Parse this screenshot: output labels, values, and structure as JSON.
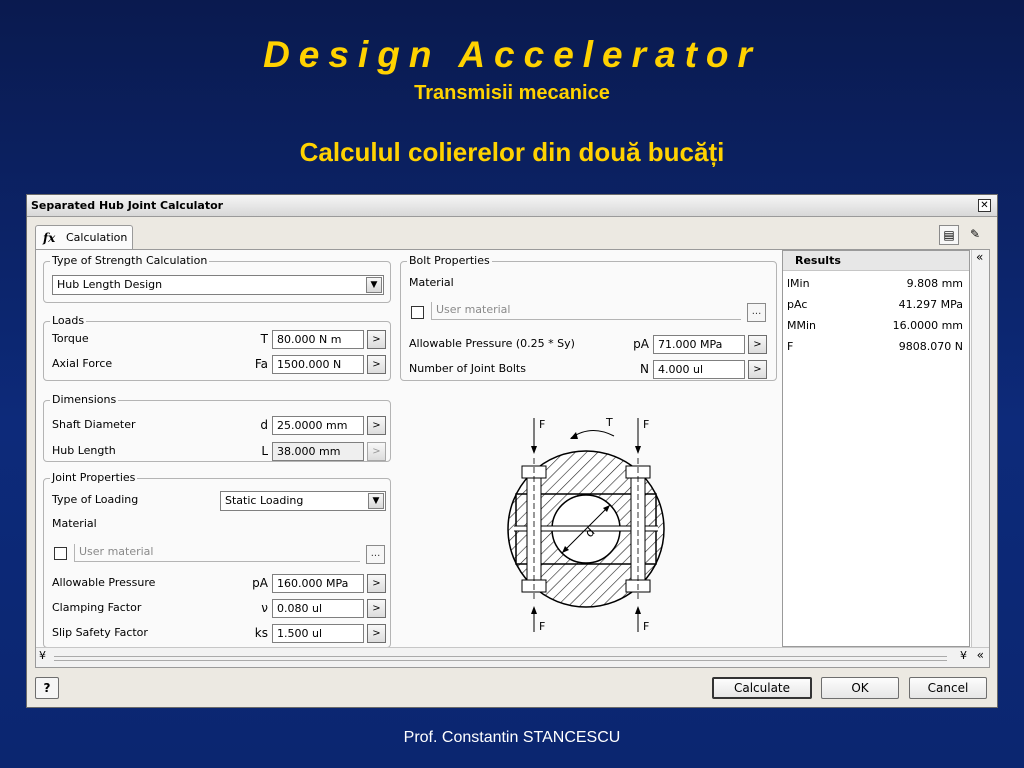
{
  "slide": {
    "title": "Design Accelerator",
    "subtitle": "Transmisii mecanice",
    "heading": "Calculul colierelor din două bucăți",
    "footer": "Prof. Constantin STANCESCU"
  },
  "dialog": {
    "title": "Separated Hub Joint Calculator",
    "close_glyph": "✕",
    "tab_label": "Calculation",
    "tab_icon": "fx-icon",
    "toolbar_icons": [
      "export-icon",
      "notes-icon"
    ],
    "strength": {
      "group_title": "Type of Strength Calculation",
      "selected": "Hub Length Design"
    },
    "loads": {
      "group_title": "Loads",
      "rows": [
        {
          "label": "Torque",
          "symbol": "T",
          "value": "80.000 N m"
        },
        {
          "label": "Axial Force",
          "symbol": "Fa",
          "value": "1500.000 N"
        }
      ]
    },
    "dimensions": {
      "group_title": "Dimensions",
      "rows": [
        {
          "label": "Shaft Diameter",
          "symbol": "d",
          "value": "25.0000 mm"
        },
        {
          "label": "Hub Length",
          "symbol": "L",
          "value": "38.000 mm"
        }
      ]
    },
    "joint": {
      "group_title": "Joint Properties",
      "loading_label": "Type of Loading",
      "loading_value": "Static Loading",
      "material_label": "Material",
      "user_material": "User material",
      "rows": [
        {
          "label": "Allowable Pressure",
          "symbol": "pA",
          "value": "160.000 MPa"
        },
        {
          "label": "Clamping Factor",
          "symbol": "ν",
          "value": "0.080 ul"
        },
        {
          "label": "Slip Safety Factor",
          "symbol": "ks",
          "value": "1.500 ul"
        }
      ]
    },
    "bolt": {
      "group_title": "Bolt Properties",
      "material_label": "Material",
      "user_material": "User material",
      "rows": [
        {
          "label": "Allowable Pressure (0.25 * Sy)",
          "symbol": "pA",
          "value": "71.000 MPa"
        },
        {
          "label": "Number of Joint Bolts",
          "symbol": "N",
          "value": "4.000 ul"
        }
      ]
    },
    "diagram": {
      "labels": {
        "F": "F",
        "T": "T",
        "d": "d"
      }
    },
    "results": {
      "title": "Results",
      "rows": [
        {
          "name": "lMin",
          "value": "9.808 mm"
        },
        {
          "name": "pAc",
          "value": "41.297 MPa"
        },
        {
          "name": "MMin",
          "value": "16.0000 mm"
        },
        {
          "name": "F",
          "value": "9808.070 N"
        }
      ]
    },
    "buttons": {
      "help": "?",
      "calculate": "Calculate",
      "ok": "OK",
      "cancel": "Cancel",
      "dots": "...",
      "arrow": ">",
      "dropdown": "▼",
      "expand_left": "«",
      "expand_down": "¥"
    }
  }
}
